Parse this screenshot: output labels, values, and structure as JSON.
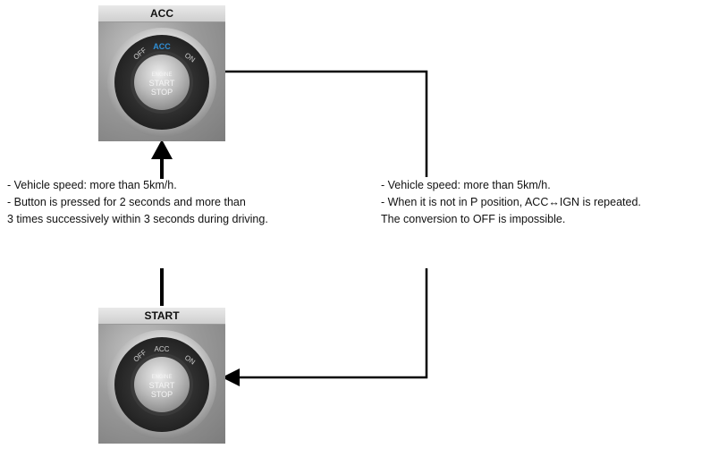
{
  "acc_switch": {
    "title": "ACC",
    "ring_labels": {
      "off": "OFF",
      "acc": "ACC",
      "on": "ON"
    },
    "button_lines": [
      "ENGINE",
      "START",
      "STOP"
    ],
    "active_label": "acc",
    "active_color": "#2f8fd6"
  },
  "start_switch": {
    "title": "START",
    "ring_labels": {
      "off": "OFF",
      "acc": "ACC",
      "on": "ON"
    },
    "button_lines": [
      "ENGINE",
      "START",
      "STOP"
    ],
    "active_label": "none",
    "active_color": "#2f8fd6"
  },
  "notes": {
    "start_to_acc": [
      "- Vehicle speed: more than  5km/h.",
      "- Button is pressed for 2 seconds and more than",
      "3 times successively within 3 seconds during driving."
    ],
    "acc_to_start": [
      "- Vehicle speed: more than  5km/h.",
      "- When it is not in P position,  ACC↔IGN is repeated.",
      "The conversion to OFF is impossible."
    ]
  },
  "colors": {
    "line": "#000000",
    "inactive_ring_label": "#cfcfcf"
  }
}
